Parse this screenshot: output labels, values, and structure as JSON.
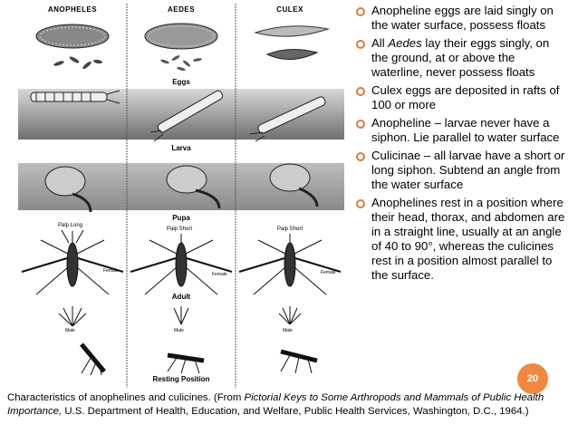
{
  "diagram": {
    "columns": [
      "ANOPHELES",
      "AEDES",
      "CULEX"
    ],
    "stages": [
      "Eggs",
      "Larva",
      "Pupa",
      "Adult",
      "Resting Position"
    ],
    "palp_labels": [
      "Palp Long",
      "Palp Short",
      "Palp Short"
    ],
    "sex_labels": {
      "female": "Female",
      "male": "Male"
    }
  },
  "bullets": [
    {
      "text_before": "Anopheline eggs are laid singly on the water surface, possess floats",
      "italic": "",
      "text_after": ""
    },
    {
      "text_before": "All ",
      "italic": "Aedes",
      "text_after": " lay their eggs singly, on the ground, at or above the waterline, never possess floats"
    },
    {
      "text_before": "Culex eggs are deposited in rafts of 100 or more",
      "italic": "",
      "text_after": ""
    },
    {
      "text_before": "Anopheline – larvae never have a siphon. Lie parallel to water surface",
      "italic": "",
      "text_after": ""
    },
    {
      "text_before": "Culicinae – all larvae have a short or long siphon. Subtend an angle from the water surface",
      "italic": "",
      "text_after": ""
    },
    {
      "text_before": "Anophelines rest in a position where their head, thorax, and abdomen are in a straight line, usually at an angle of 40 to 90°, whereas the culicines rest in a position almost parallel to the surface.",
      "italic": "",
      "text_after": ""
    }
  ],
  "caption": {
    "part1": "Characteristics of anophelines and culicines. (From ",
    "italic": "Pictorial Keys to Some Arthropods and Mammals of Public Health Importance,",
    "part2": " U.S. Department of Health, Education, and Welfare, Public Health Services, Washington, D.C., 1964.)"
  },
  "slide_number": "20",
  "colors": {
    "accent": "#f0883e",
    "bullet": "#e07a3a"
  }
}
